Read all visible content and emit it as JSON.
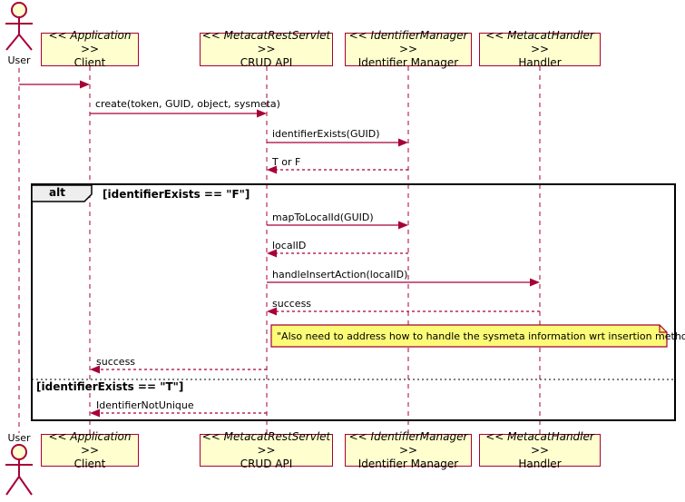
{
  "diagram_type": "uml-sequence-diagram",
  "colors": {
    "participant_fill": "#FEFECE",
    "participant_border": "#A80036",
    "message_line": "#A80036",
    "lifeline": "#A80036",
    "actor": "#A80036",
    "note_fill": "#FBFB77",
    "note_border": "#A80036",
    "frame_border": "#000000",
    "frame_operator_fill": "#EEEEEE",
    "text": "#000000",
    "background": "#FFFFFF"
  },
  "actor": {
    "label": "User"
  },
  "participants": [
    {
      "stereotype": "<< Application >>",
      "name": "Client"
    },
    {
      "stereotype": "<< MetacatRestServlet >>",
      "name": "CRUD API"
    },
    {
      "stereotype": "<< IdentifierManager >>",
      "name": "Identifier Manager"
    },
    {
      "stereotype": "<< MetacatHandler >>",
      "name": "Handler"
    }
  ],
  "messages": [
    {
      "from": "User",
      "to": "Client",
      "style": "solid",
      "label": ""
    },
    {
      "from": "Client",
      "to": "CRUD API",
      "style": "solid",
      "label": "create(token, GUID, object, sysmeta)"
    },
    {
      "from": "CRUD API",
      "to": "Identifier Manager",
      "style": "solid",
      "label": "identifierExists(GUID)"
    },
    {
      "from": "Identifier Manager",
      "to": "CRUD API",
      "style": "dashed",
      "label": "T or F"
    },
    {
      "from": "CRUD API",
      "to": "Identifier Manager",
      "style": "solid",
      "label": "mapToLocalId(GUID)"
    },
    {
      "from": "Identifier Manager",
      "to": "CRUD API",
      "style": "dashed",
      "label": "localID"
    },
    {
      "from": "CRUD API",
      "to": "Handler",
      "style": "solid",
      "label": "handleInsertAction(localID)"
    },
    {
      "from": "Handler",
      "to": "CRUD API",
      "style": "dashed",
      "label": "success"
    },
    {
      "from": "CRUD API",
      "to": "Client",
      "style": "dashed",
      "label": "success"
    },
    {
      "from": "CRUD API",
      "to": "Client",
      "style": "dashed",
      "label": "IdentifierNotUnique"
    }
  ],
  "fragment": {
    "operator": "alt",
    "guard_false": "[identifierExists == \"F\"]",
    "guard_true": "[identifierExists == \"T\"]"
  },
  "note": {
    "text": "\"Also need to address how to handle the sysmeta information wrt insertion methods\""
  }
}
